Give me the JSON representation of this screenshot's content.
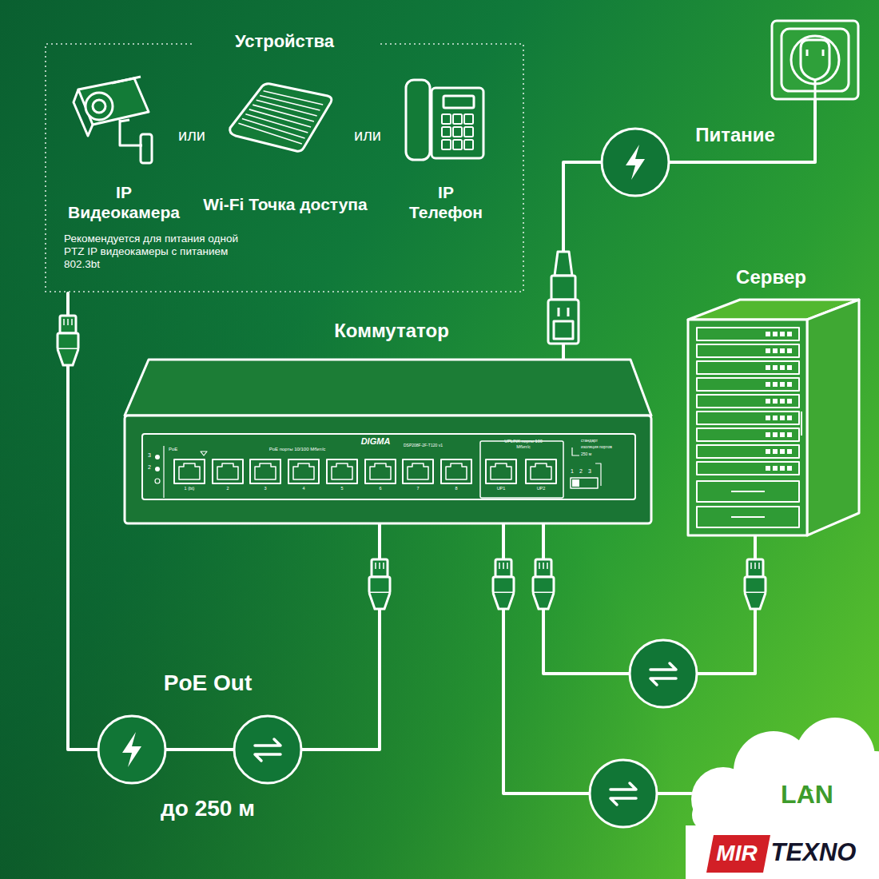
{
  "diagram": {
    "nodes": [
      {
        "text": [
          "Устройства"
        ]
      },
      {
        "text": [
          "IP Видеокамера",
          "Рекомендуется для питания одной PTZ IP видеокамеры с питанием 802.3bt"
        ],
        "in": 0
      },
      {
        "text": [
          "Wi-Fi Точка доступа"
        ],
        "in": 0
      },
      {
        "text": [
          "IP Телефон"
        ],
        "in": 0
      },
      {
        "text": [
          "Питание"
        ]
      },
      {
        "text": [
          "Коммутатор"
        ]
      },
      {
        "text": [
          "Сервер"
        ]
      },
      {
        "text": [
          "LAN"
        ]
      }
    ],
    "edges": [
      {
        "from": 0,
        "to": 5,
        "arrow": "none",
        "label": "PoE Out"
      },
      {
        "from": 4,
        "to": 5,
        "arrow": "none"
      },
      {
        "from": 5,
        "to": 6,
        "arrow": "none"
      },
      {
        "from": 5,
        "to": 7,
        "arrow": "none"
      }
    ],
    "labels": [
      "или",
      "или",
      "PoE",
      "PoE порты 10/100 Мбит/с",
      "DIGMA",
      "DSP208F-2F-T120 v1",
      "UPLINK порты 100 Мбит/с",
      "стандарт",
      "изоляция портов",
      "250 м",
      "3",
      "2",
      "1 (bt)",
      "2",
      "3",
      "4",
      "5",
      "6",
      "7",
      "8",
      "UP1",
      "UP2",
      "1",
      "2",
      "3",
      "до 250 м",
      "MIR",
      "TEXNO"
    ]
  }
}
